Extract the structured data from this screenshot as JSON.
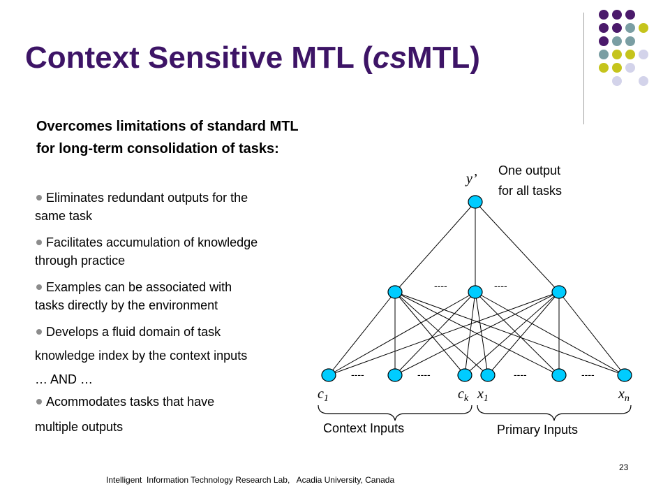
{
  "slide": {
    "title_prefix": "Context Sensitive MTL (",
    "title_italic": "cs",
    "title_suffix": "MTL)",
    "intro_line1": "Overcomes limitations of standard MTL",
    "intro_line2": "for long-term consolidation of tasks:",
    "bullets": [
      {
        "line1": "Eliminates redundant outputs for the",
        "line2": "same task"
      },
      {
        "line1": "Facilitates accumulation of knowledge",
        "line2": "through practice"
      },
      {
        "line1": "Examples can be associated with",
        "line2": "tasks directly by the environment"
      },
      {
        "line1": "Develops a fluid domain of task",
        "line2": "knowledge index by the context inputs"
      }
    ],
    "and_text": "… AND …",
    "last_bullet_line1": "Acommodates tasks that have",
    "last_bullet_line2": "multiple outputs",
    "footer": "Intelligent  Information Technology Research Lab,   Acadia University, Canada",
    "page_number": "23"
  },
  "diagram": {
    "output_label": "y’",
    "output_note_line1": "One output",
    "output_note_line2": "for all tasks",
    "hidden_dashes_left": "----",
    "hidden_dashes_right": "----",
    "input_dashes": "----",
    "input_labels": {
      "c1": "c",
      "c1_sub": "1",
      "ck": "c",
      "ck_sub": "k",
      "x1": "x",
      "x1_sub": "1",
      "xn": "x",
      "xn_sub": "n"
    },
    "context_inputs_label": "Context Inputs",
    "primary_inputs_label": "Primary Inputs",
    "node_color": "#00ccff"
  },
  "decor": {
    "purple": "#4b1a6b",
    "teal": "#7a9ea3",
    "olive": "#c5c41c",
    "lavender": "#d3d3ea"
  }
}
